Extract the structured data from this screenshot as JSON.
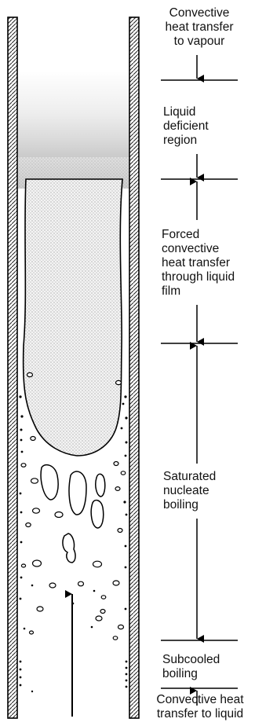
{
  "regions": [
    {
      "key": "vapour",
      "lines": [
        "Convective",
        "heat transfer",
        "to vapour"
      ]
    },
    {
      "key": "deficient",
      "lines": [
        "Liquid",
        "deficient",
        "region"
      ]
    },
    {
      "key": "film",
      "lines": [
        "Forced",
        "convective",
        "heat transfer",
        "through liquid",
        "film"
      ]
    },
    {
      "key": "nucleate",
      "lines": [
        "Saturated",
        "nucleate",
        "boiling"
      ]
    },
    {
      "key": "subcooled",
      "lines": [
        "Subcooled",
        "boiling"
      ]
    },
    {
      "key": "liquid",
      "lines": [
        "Convective heat",
        "transfer to liquid"
      ]
    }
  ]
}
